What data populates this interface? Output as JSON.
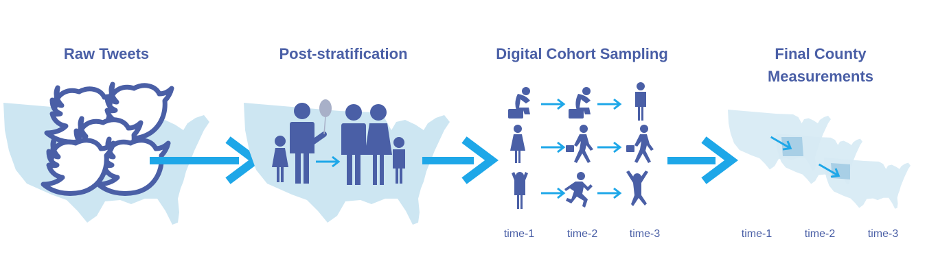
{
  "stages": [
    {
      "title": "Raw Tweets"
    },
    {
      "title": "Post-stratification"
    },
    {
      "title": "Digital Cohort Sampling"
    },
    {
      "title_line1": "Final County",
      "title_line2": "Measurements"
    }
  ],
  "cohort_time_labels": [
    "time-1",
    "time-2",
    "time-3"
  ],
  "final_time_labels": [
    "time-1",
    "time-2",
    "time-3"
  ],
  "colors": {
    "title": "#4a5fa6",
    "icon": "#4a5fa6",
    "arrow": "#1ea7e8",
    "map": "#cde6f2",
    "highlight": "#a8cfe6"
  }
}
